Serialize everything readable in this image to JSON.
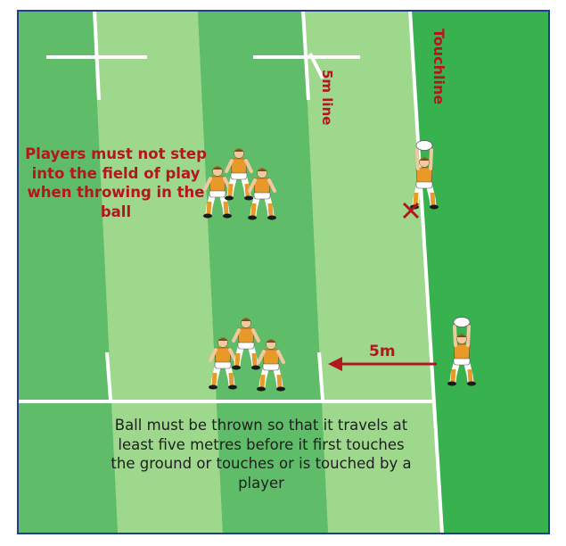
{
  "labels": {
    "touchline": "Touchline",
    "five_m_line": "5m line",
    "distance": "5m",
    "rule_top": "Players must not step into the field of play when throwing in the ball",
    "rule_bottom": "Ball must be thrown so that it travels at least five metres before it first touches the ground or touches or is touched by a player"
  },
  "colors": {
    "grass_dark": "#5fbd69",
    "grass_light": "#9dd88d",
    "out_of_play": "#38b24f",
    "annotation_red": "#b5161e",
    "shirt": "#e79a2a",
    "border": "#1f3f8e"
  },
  "icons": [
    "line-out-group-icon",
    "thrower-icon",
    "foot-cross-icon",
    "arrow-left-icon"
  ]
}
